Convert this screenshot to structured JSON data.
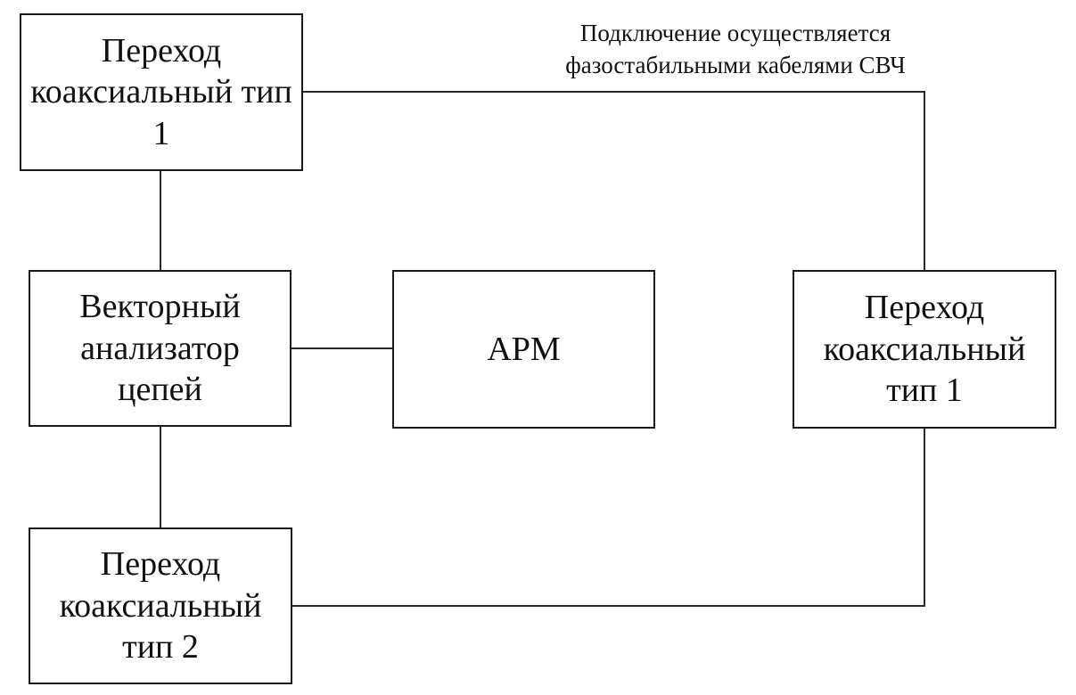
{
  "page": {
    "background_color": "#ffffff",
    "line_color": "#1a1a1a",
    "text_color": "#111111"
  },
  "annotation": {
    "text": "Подключение осуществляется фазостабильными кабелями СВЧ"
  },
  "blocks": {
    "adapter_top": {
      "label": "Переход коаксиальный тип 1"
    },
    "vna": {
      "label": "Векторный анализатор цепей"
    },
    "arm": {
      "label": "АРМ"
    },
    "adapter_right": {
      "label": "Переход коаксиальный тип 1"
    },
    "adapter_bottom": {
      "label": "Переход коаксиальный тип 2"
    }
  }
}
